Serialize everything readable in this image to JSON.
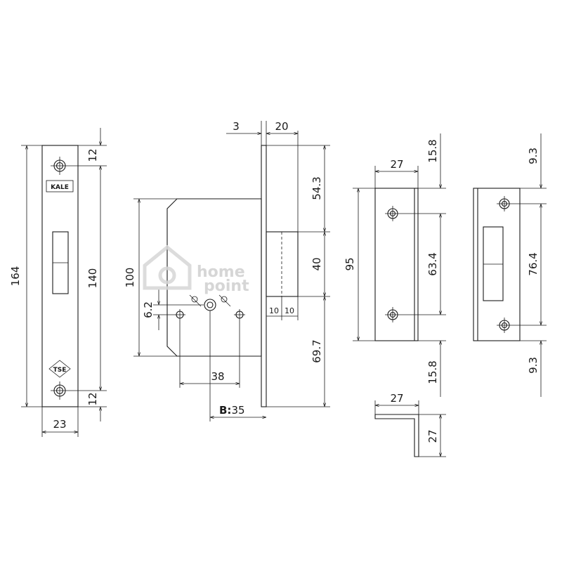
{
  "faceplate": {
    "logo_top": "KALE",
    "logo_bottom": "TSE",
    "dims": {
      "height": "164",
      "top": "12",
      "middle": "140",
      "bottom": "12",
      "width": "23"
    }
  },
  "lock_body": {
    "dims": {
      "plate": "3",
      "depth": "20",
      "top": "54.3",
      "bolt": "40",
      "bottom": "69.7",
      "height": "100",
      "offset": "6.2",
      "spacing": "38",
      "backset_prefix": "B:",
      "backset": "35",
      "bolt_w1": "10",
      "bolt_w2": "10"
    }
  },
  "strike_plate": {
    "dims": {
      "width": "27",
      "top": "15.8",
      "middle": "63.4",
      "bottom": "15.8",
      "height": "95"
    }
  },
  "strike_box": {
    "dims": {
      "top": "9.3",
      "middle": "76.4",
      "bottom": "9.3"
    }
  },
  "angle_bracket": {
    "dims": {
      "width": "27",
      "height": "27"
    }
  },
  "watermark": {
    "line1": "home",
    "line2": "point"
  }
}
